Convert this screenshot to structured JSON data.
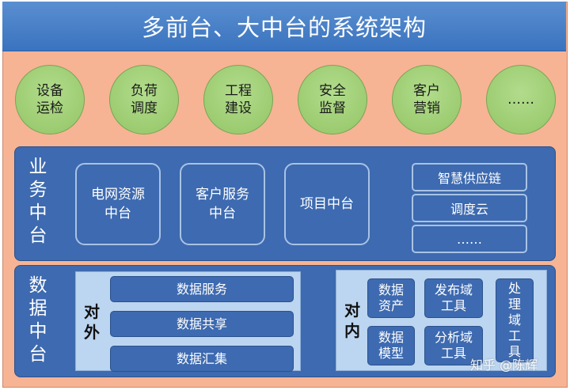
{
  "title": "多前台、大中台的系统架构",
  "front_circles": [
    {
      "line1": "设备",
      "line2": "运检"
    },
    {
      "line1": "负荷",
      "line2": "调度"
    },
    {
      "line1": "工程",
      "line2": "建设"
    },
    {
      "line1": "安全",
      "line2": "监督"
    },
    {
      "line1": "客户",
      "line2": "营销"
    },
    {
      "line1": "……",
      "line2": ""
    }
  ],
  "business_middle": {
    "label": [
      "业",
      "务",
      "中",
      "台"
    ],
    "boxes": [
      {
        "line1": "电网资源",
        "line2": "中台"
      },
      {
        "line1": "客户服务",
        "line2": "中台"
      },
      {
        "line1": "项目中台",
        "line2": ""
      }
    ],
    "small_boxes": [
      "智慧供应链",
      "调度云",
      "……"
    ]
  },
  "data_middle": {
    "label": [
      "数",
      "据",
      "中",
      "台"
    ],
    "external": {
      "label": [
        "对",
        "外"
      ],
      "items": [
        "数据服务",
        "数据共享",
        "数据汇集"
      ]
    },
    "internal": {
      "label": [
        "对",
        "内"
      ],
      "asset": {
        "line1": "数据",
        "line2": "资产"
      },
      "model": {
        "line1": "数据",
        "line2": "模型"
      },
      "publish": {
        "line1": "发布域",
        "line2": "工具"
      },
      "analysis": {
        "line1": "分析域",
        "line2": "工具"
      },
      "process": [
        "处",
        "理",
        "域",
        "工",
        "具"
      ]
    }
  },
  "watermark": "知乎 @陈辉"
}
